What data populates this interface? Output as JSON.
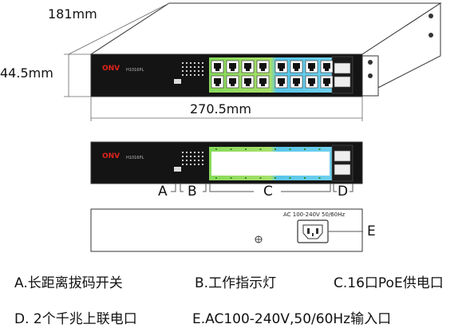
{
  "dimensions": {
    "depth": "181mm",
    "height": "44.5mm",
    "width": "270.5mm"
  },
  "front_panel": {
    "brand": "ONV",
    "model": "H1016PL"
  },
  "callouts": {
    "a": "A",
    "b": "B",
    "c": "C",
    "d": "D",
    "e": "E"
  },
  "rear_panel": {
    "power_label": "AC 100-240V 50/60Hz"
  },
  "legend": {
    "line1": [
      "A.长距离拔码开关",
      "B.工作指示灯",
      "C.16口PoE供电口"
    ],
    "line2": [
      "D. 2个千兆上联电口",
      "E.AC100-240V,50/60Hz输入口"
    ]
  },
  "colors": {
    "chassis": "#1a1a1a",
    "port_band_green": "#7fd35a",
    "port_band_blue": "#5ec4e6",
    "brand_red": "#e0241b",
    "line": "#333333"
  }
}
